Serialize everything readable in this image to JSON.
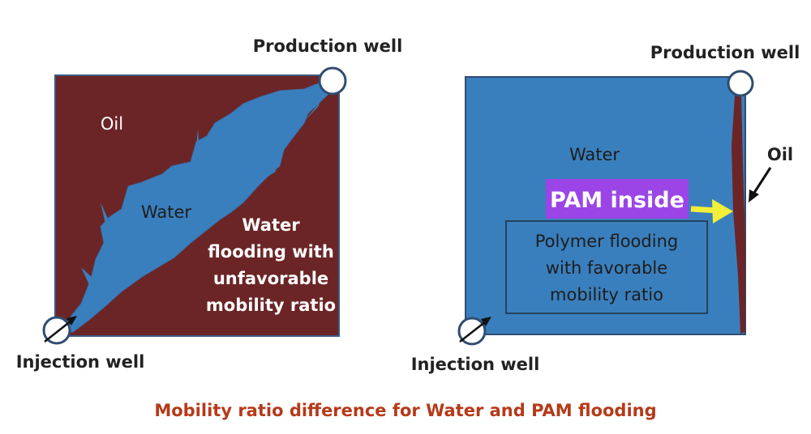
{
  "left_panel": {
    "production_label": "Production well",
    "injection_label": "Injection well",
    "oil_label": "Oil",
    "water_label": "Water",
    "caption_lines": [
      "Water",
      "flooding with",
      "unfavorable",
      "mobility ratio"
    ]
  },
  "right_panel": {
    "production_label": "Production well",
    "injection_label": "Injection well",
    "oil_label": "Oil",
    "water_label": "Water",
    "pam_label": "PAM inside",
    "caption_lines": [
      "Polymer flooding",
      "with favorable",
      "mobility ratio"
    ]
  },
  "footer_title": "Mobility ratio difference for Water and PAM flooding",
  "colors": {
    "oil": "#6b2526",
    "water": "#3a7fbd",
    "highlight_bg": "#9b45e6",
    "arrow_yellow": "#f2ee3a",
    "title_red": "#b53a1a"
  }
}
